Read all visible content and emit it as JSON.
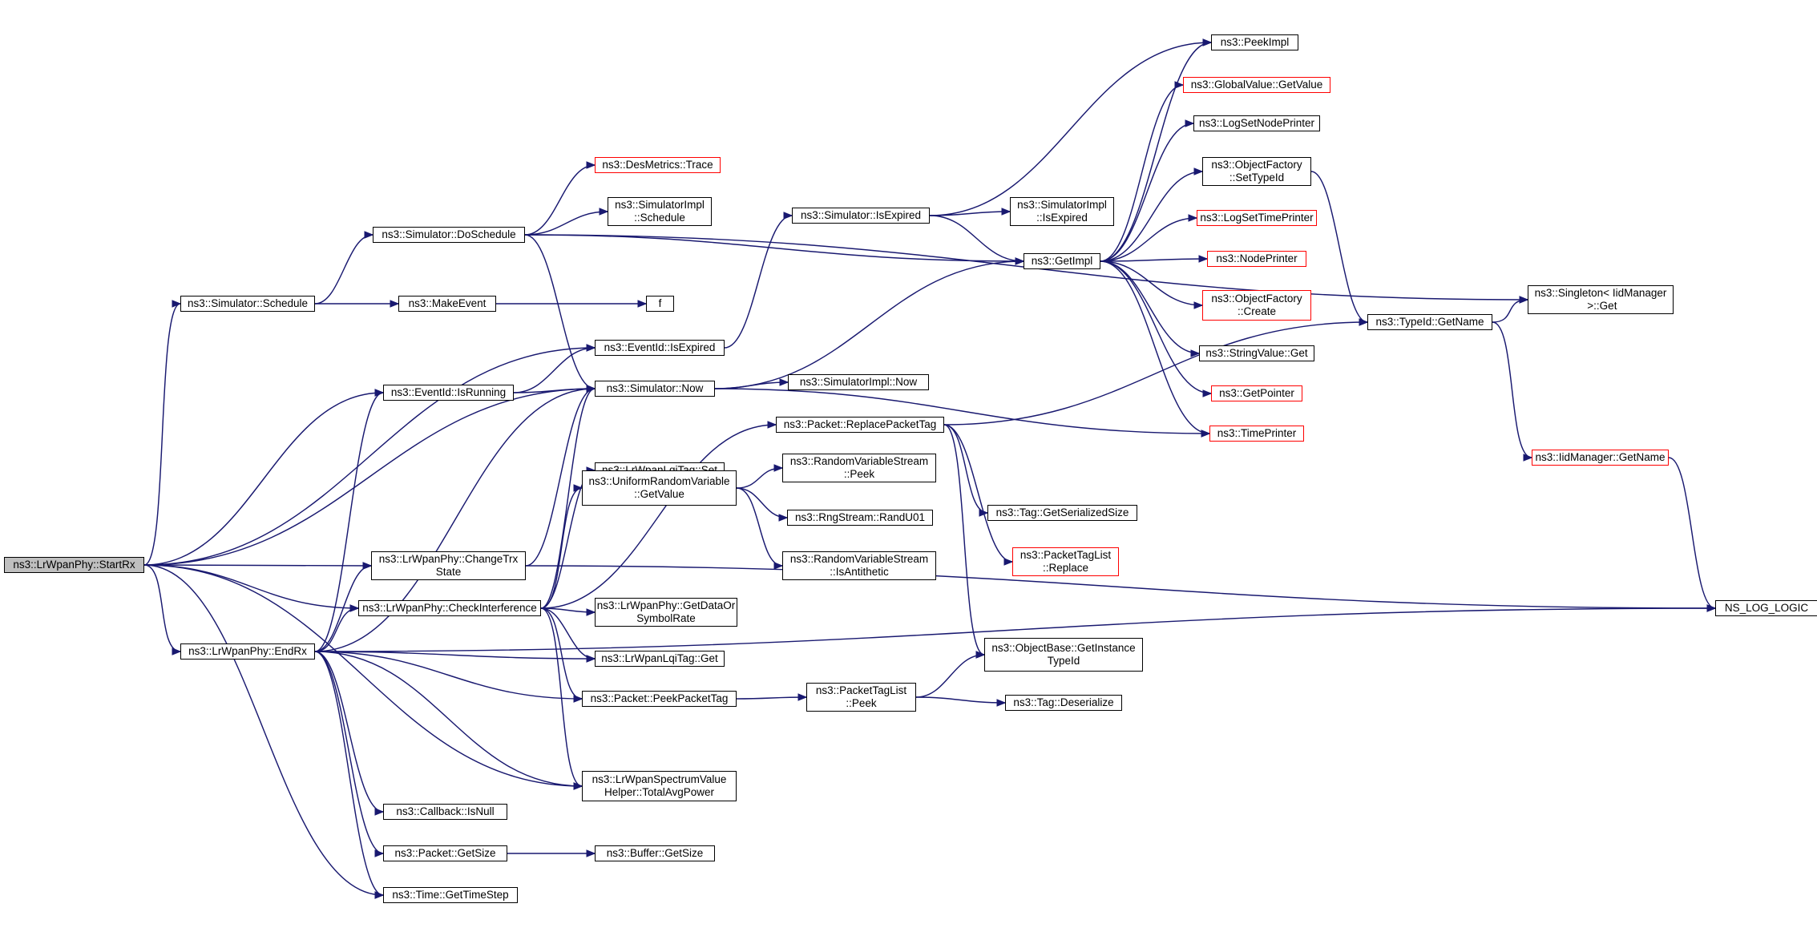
{
  "graph": {
    "colors": {
      "edge": "#191970",
      "node_border": "#000000",
      "node_border_undocumented": "#ff0000",
      "root_fill": "#bfbfbf",
      "background": "#ffffff"
    },
    "nodes": [
      {
        "id": "startrx",
        "label": "ns3::LrWpanPhy::StartRx",
        "root": true
      },
      {
        "id": "endrx",
        "label": "ns3::LrWpanPhy::EndRx"
      },
      {
        "id": "schedule",
        "label": "ns3::Simulator::Schedule"
      },
      {
        "id": "isrunning",
        "label": "ns3::EventId::IsRunning"
      },
      {
        "id": "changetrx",
        "label": "ns3::LrWpanPhy::ChangeTrx\nState"
      },
      {
        "id": "checkint",
        "label": "ns3::LrWpanPhy::CheckInterference"
      },
      {
        "id": "isnull",
        "label": "ns3::Callback::IsNull"
      },
      {
        "id": "pktgetsize",
        "label": "ns3::Packet::GetSize"
      },
      {
        "id": "gettimestep",
        "label": "ns3::Time::GetTimeStep"
      },
      {
        "id": "doschedule",
        "label": "ns3::Simulator::DoSchedule"
      },
      {
        "id": "makeevent",
        "label": "ns3::MakeEvent"
      },
      {
        "id": "eidisexpired",
        "label": "ns3::EventId::IsExpired"
      },
      {
        "id": "simnow",
        "label": "ns3::Simulator::Now"
      },
      {
        "id": "lqiset",
        "label": "ns3::LrWpanLqiTag::Set"
      },
      {
        "id": "urvget",
        "label": "ns3::UniformRandomVariable\n::GetValue"
      },
      {
        "id": "datarate",
        "label": "ns3::LrWpanPhy::GetDataOr\nSymbolRate"
      },
      {
        "id": "lqiget",
        "label": "ns3::LrWpanLqiTag::Get"
      },
      {
        "id": "peekpkttag",
        "label": "ns3::Packet::PeekPacketTag"
      },
      {
        "id": "totalavg",
        "label": "ns3::LrWpanSpectrumValue\nHelper::TotalAvgPower"
      },
      {
        "id": "bufgetsize",
        "label": "ns3::Buffer::GetSize"
      },
      {
        "id": "destrace",
        "label": "ns3::DesMetrics::Trace",
        "undocumented": true
      },
      {
        "id": "implschedule",
        "label": "ns3::SimulatorImpl\n::Schedule"
      },
      {
        "id": "f",
        "label": "f"
      },
      {
        "id": "simisexpired",
        "label": "ns3::Simulator::IsExpired"
      },
      {
        "id": "implnow",
        "label": "ns3::SimulatorImpl::Now"
      },
      {
        "id": "replacetag",
        "label": "ns3::Packet::ReplacePacketTag"
      },
      {
        "id": "rvspeek",
        "label": "ns3::RandomVariableStream\n::Peek"
      },
      {
        "id": "randu01",
        "label": "ns3::RngStream::RandU01"
      },
      {
        "id": "rvsanti",
        "label": "ns3::RandomVariableStream\n::IsAntithetic"
      },
      {
        "id": "ptlpeek",
        "label": "ns3::PacketTagList\n::Peek"
      },
      {
        "id": "implisexpired",
        "label": "ns3::SimulatorImpl\n::IsExpired"
      },
      {
        "id": "getimpl",
        "label": "ns3::GetImpl"
      },
      {
        "id": "tagserial",
        "label": "ns3::Tag::GetSerializedSize"
      },
      {
        "id": "ptlreplace",
        "label": "ns3::PacketTagList\n::Replace",
        "undocumented": true
      },
      {
        "id": "objbase",
        "label": "ns3::ObjectBase::GetInstance\nTypeId"
      },
      {
        "id": "tagdeser",
        "label": "ns3::Tag::Deserialize"
      },
      {
        "id": "peekimpl",
        "label": "ns3::PeekImpl"
      },
      {
        "id": "gvgetvalue",
        "label": "ns3::GlobalValue::GetValue",
        "undocumented": true
      },
      {
        "id": "lognodeprinter",
        "label": "ns3::LogSetNodePrinter"
      },
      {
        "id": "ofsettypeid",
        "label": "ns3::ObjectFactory\n::SetTypeId"
      },
      {
        "id": "logtimeprinter",
        "label": "ns3::LogSetTimePrinter",
        "undocumented": true
      },
      {
        "id": "nodeprinter",
        "label": "ns3::NodePrinter",
        "undocumented": true
      },
      {
        "id": "ofcreate",
        "label": "ns3::ObjectFactory\n::Create",
        "undocumented": true
      },
      {
        "id": "strvalget",
        "label": "ns3::StringValue::Get"
      },
      {
        "id": "getpointer",
        "label": "ns3::GetPointer",
        "undocumented": true
      },
      {
        "id": "timeprinter",
        "label": "ns3::TimePrinter",
        "undocumented": true
      },
      {
        "id": "typeidgetname",
        "label": "ns3::TypeId::GetName"
      },
      {
        "id": "singleton",
        "label": "ns3::Singleton< IidManager\n >::Get"
      },
      {
        "id": "iidgetname",
        "label": "ns3::IidManager::GetName",
        "undocumented": true
      },
      {
        "id": "nslog",
        "label": "NS_LOG_LOGIC"
      }
    ],
    "edges": [
      [
        "startrx",
        "schedule"
      ],
      [
        "startrx",
        "eidisexpired"
      ],
      [
        "startrx",
        "isrunning"
      ],
      [
        "startrx",
        "simnow"
      ],
      [
        "startrx",
        "changetrx"
      ],
      [
        "startrx",
        "checkint"
      ],
      [
        "startrx",
        "endrx"
      ],
      [
        "startrx",
        "totalavg"
      ],
      [
        "startrx",
        "gettimestep"
      ],
      [
        "endrx",
        "isrunning"
      ],
      [
        "endrx",
        "simnow"
      ],
      [
        "endrx",
        "changetrx"
      ],
      [
        "endrx",
        "checkint"
      ],
      [
        "endrx",
        "lqiget"
      ],
      [
        "endrx",
        "peekpkttag"
      ],
      [
        "endrx",
        "nslog"
      ],
      [
        "endrx",
        "totalavg"
      ],
      [
        "endrx",
        "isnull"
      ],
      [
        "endrx",
        "pktgetsize"
      ],
      [
        "endrx",
        "gettimestep"
      ],
      [
        "schedule",
        "doschedule"
      ],
      [
        "schedule",
        "makeevent"
      ],
      [
        "isrunning",
        "eidisexpired"
      ],
      [
        "isrunning",
        "simnow"
      ],
      [
        "changetrx",
        "simnow"
      ],
      [
        "changetrx",
        "nslog"
      ],
      [
        "checkint",
        "simnow"
      ],
      [
        "checkint",
        "replacetag"
      ],
      [
        "checkint",
        "lqiset"
      ],
      [
        "checkint",
        "urvget"
      ],
      [
        "checkint",
        "datarate"
      ],
      [
        "checkint",
        "lqiget"
      ],
      [
        "checkint",
        "peekpkttag"
      ],
      [
        "checkint",
        "totalavg"
      ],
      [
        "pktgetsize",
        "bufgetsize"
      ],
      [
        "doschedule",
        "destrace"
      ],
      [
        "doschedule",
        "implschedule"
      ],
      [
        "doschedule",
        "getimpl"
      ],
      [
        "doschedule",
        "singleton"
      ],
      [
        "doschedule",
        "simnow"
      ],
      [
        "makeevent",
        "f"
      ],
      [
        "eidisexpired",
        "simisexpired"
      ],
      [
        "simnow",
        "getimpl"
      ],
      [
        "simnow",
        "implnow"
      ],
      [
        "simnow",
        "timeprinter"
      ],
      [
        "urvget",
        "rvspeek"
      ],
      [
        "urvget",
        "randu01"
      ],
      [
        "urvget",
        "rvsanti"
      ],
      [
        "peekpkttag",
        "ptlpeek"
      ],
      [
        "simisexpired",
        "peekimpl"
      ],
      [
        "simisexpired",
        "implisexpired"
      ],
      [
        "simisexpired",
        "getimpl"
      ],
      [
        "replacetag",
        "typeidgetname"
      ],
      [
        "replacetag",
        "tagserial"
      ],
      [
        "replacetag",
        "ptlreplace"
      ],
      [
        "replacetag",
        "objbase"
      ],
      [
        "ptlpeek",
        "objbase"
      ],
      [
        "ptlpeek",
        "tagdeser"
      ],
      [
        "getimpl",
        "peekimpl"
      ],
      [
        "getimpl",
        "gvgetvalue"
      ],
      [
        "getimpl",
        "lognodeprinter"
      ],
      [
        "getimpl",
        "ofsettypeid"
      ],
      [
        "getimpl",
        "logtimeprinter"
      ],
      [
        "getimpl",
        "nodeprinter"
      ],
      [
        "getimpl",
        "ofcreate"
      ],
      [
        "getimpl",
        "strvalget"
      ],
      [
        "getimpl",
        "getpointer"
      ],
      [
        "getimpl",
        "timeprinter"
      ],
      [
        "ofsettypeid",
        "typeidgetname"
      ],
      [
        "typeidgetname",
        "singleton"
      ],
      [
        "typeidgetname",
        "iidgetname"
      ],
      [
        "iidgetname",
        "nslog"
      ]
    ]
  }
}
